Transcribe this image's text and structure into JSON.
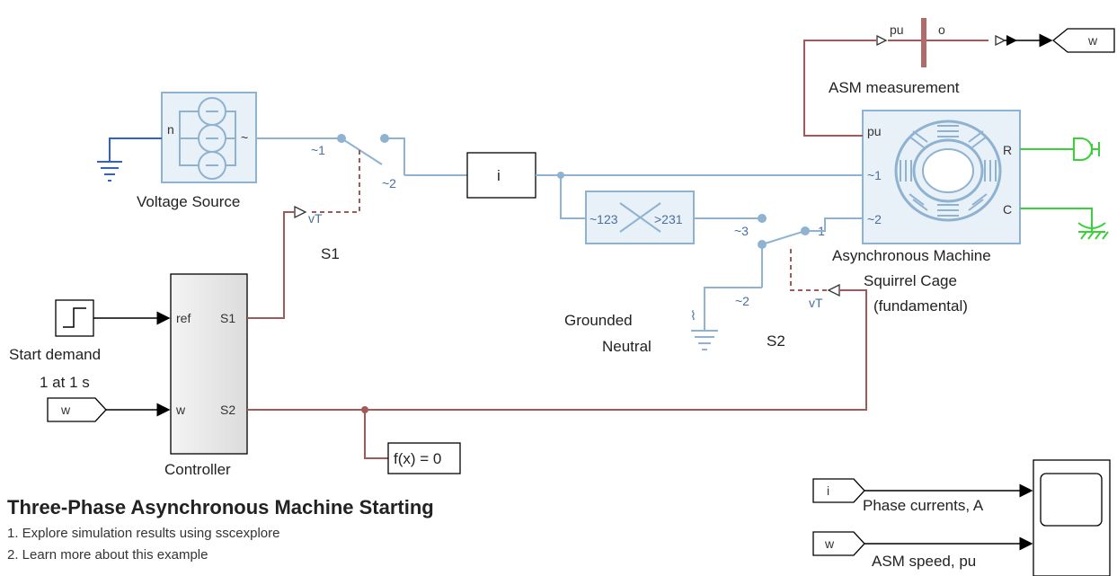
{
  "title": "Three-Phase Asynchronous Machine Starting",
  "links": [
    "1. Explore simulation results using sscexplore",
    "2. Learn more about this example"
  ],
  "blocks": {
    "voltage_source": "Voltage Source",
    "s1": "S1",
    "s2": "S2",
    "current_sensor": "i",
    "asm_measurement": "ASM measurement",
    "asm_line1": "Asynchronous Machine",
    "asm_line2": "Squirrel Cage",
    "asm_line3": "(fundamental)",
    "grounded_neutral_line1": "Grounded",
    "grounded_neutral_line2": "Neutral",
    "start_demand": "Start demand",
    "start_demand_param": "1 at 1 s",
    "controller": "Controller",
    "solver": "f(x) = 0",
    "goto_w": "w",
    "from_w": "w",
    "from_i": "i",
    "from_w2": "w"
  },
  "ports": {
    "vs_n": "n",
    "vs_tilde": "~",
    "s1_in": "~1",
    "s1_out": "~2",
    "s1_vt": "vT",
    "perm_in": "~123",
    "perm_out": ">231",
    "s2_in3": "~3",
    "s2_in1": "~1",
    "s2_in2": "~2",
    "s2_vt": "vT",
    "asm_pu": "pu",
    "asm_1": "~1",
    "asm_2": "~2",
    "asm_r": "R",
    "asm_c": "C",
    "meas_pu": "pu",
    "meas_o": "o",
    "ctrl_ref": "ref",
    "ctrl_w": "w",
    "ctrl_s1": "S1",
    "ctrl_s2": "S2"
  },
  "scope_labels": {
    "phase_currents": "Phase currents, A",
    "asm_speed": "ASM speed, pu"
  },
  "colors": {
    "physical_line": "#8fb2d0",
    "signal_line": "#a05a5a",
    "mechanical_line": "#39d039",
    "ground_blue": "#2f5fd0"
  }
}
